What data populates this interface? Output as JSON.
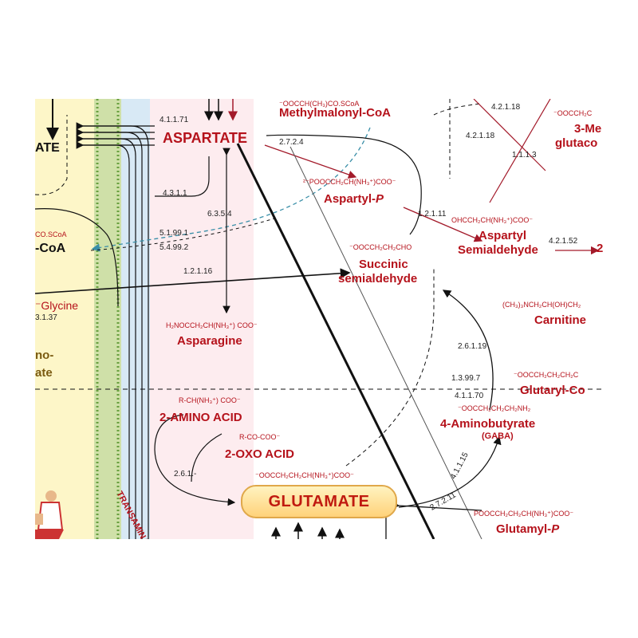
{
  "colors": {
    "metabolite": "#b5121b",
    "enzyme": "#222222",
    "arrow_red": "#a31a2a",
    "arrow_dark": "#111111",
    "dash_teal": "#3a8fa8",
    "membrane_green": "#9dc26a",
    "cytosol_yellow": "#fdf6c8",
    "matrix_pink": "#fde8ec",
    "channel_blue": "#cfe4f2"
  },
  "metabolites": {
    "aspartate": "ASPARTATE",
    "methylmalonyl": "Methylmalonyl-CoA",
    "methylmalonyl_formula": "⁻OOCCH(CH₃)CO.SCoA",
    "aspartyl_p_formula": "²⁻POOCCH₂CH(NH₃⁺)COO⁻",
    "aspartyl_p_name": "Aspartyl-",
    "aspartyl_p_italic": "P",
    "succinic_formula": "⁻OOCCH₂CH₂CHO",
    "succinic_line1": "Succinic",
    "succinic_line2": "semialdehyde",
    "asp_semi_formula": "OHCCH₂CH(NH₃⁺)COO⁻",
    "asp_semi_line1": "Aspartyl",
    "asp_semi_line2": "Semialdehyde",
    "asparagine_formula": "H₂NOCCH₂CH(NH₃⁺) COO⁻",
    "asparagine": "Asparagine",
    "carnitine_formula": "(CH₃)₃NCH₂CH(OH)CH₂",
    "carnitine": "Carnitine",
    "glutaryl_formula": "⁻OOCCH₂CH₂CH₂C",
    "glutaryl": "Glutaryl-Co",
    "amino_acid_formula": "R-CH(NH₃⁺) COO⁻",
    "amino_acid": "2-AMINO ACID",
    "oxo_acid_formula": "R-CO-COO⁻",
    "oxo_acid": "2-OXO ACID",
    "gaba_formula": "⁻OOCCH₂CH₂CH₂NH₂",
    "gaba": "4-Aminobutyrate",
    "gaba_abbr": "(GABA)",
    "glutamate_formula": "⁻OOCCH₂CH₂CH(NH₃⁺)COO⁻",
    "glutamate": "GLUTAMATE",
    "glutamyl_formula": "POOCCH₂CH₂CH(NH₃⁺)COO⁻",
    "glutamyl_name": "Glutamyl-",
    "glutamyl_italic": "P",
    "meth_top": "3-Me",
    "glutaco": "glutaco",
    "left_coa_formula": "CO.SCoA",
    "left_coa": "-CoA",
    "left_ate": "ATE",
    "glycine": "Glycine",
    "left_ino": "no-",
    "left_ate2": "ate"
  },
  "enzymes": {
    "e4_1_1_71": "4.1.1.71",
    "e2_7_2_4": "2.7.2.4",
    "e4_2_1_18a": "4.2.1.18",
    "e4_2_1_18b": "4.2.1.18",
    "e1_1_1_3": "1.1.1.3",
    "e4_3_1_1": "4.3.1.1",
    "e6_3_5_4": "6.3.5.4",
    "e1_2_1_11": "1.2.1.11",
    "e5_1_99_1": "5.1.99.1",
    "e5_4_99_2": "5.4.99.2",
    "e4_2_1_52": "4.2.1.52",
    "e1_2_1_16": "1.2.1.16",
    "e2_6_1_19": "2.6.1.19",
    "e1_3_99_7": "1.3.99.7",
    "e4_1_1_70": "4.1.1.70",
    "e2_6_1_x": "2.6.1.-",
    "e4_1_1_15": "4.1.1.15",
    "e2_7_2_11": "2.7.2.11",
    "e_left_137": "3.1.37",
    "e_right_2": "2"
  },
  "transamination": "TRANSAMINATION"
}
